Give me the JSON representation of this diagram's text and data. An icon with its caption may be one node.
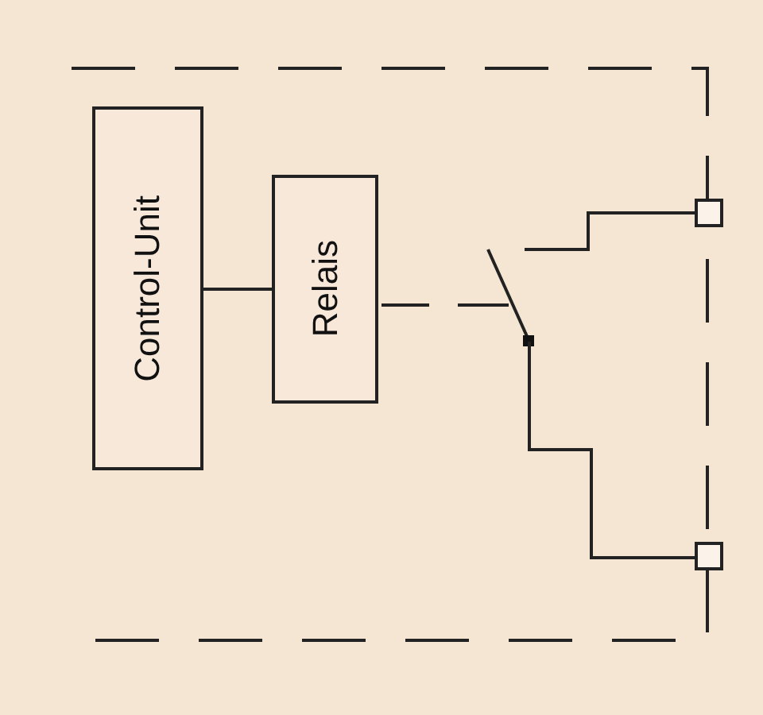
{
  "diagram": {
    "nodes": [
      {
        "text": [
          "Control-Unit"
        ]
      },
      {
        "text": [
          "Relais"
        ]
      },
      {
        "text": [],
        "shape": "box"
      },
      {
        "text": [],
        "shape": "box"
      }
    ],
    "edges": [
      {
        "from": 0,
        "to": 1,
        "arrow": "none"
      }
    ]
  }
}
